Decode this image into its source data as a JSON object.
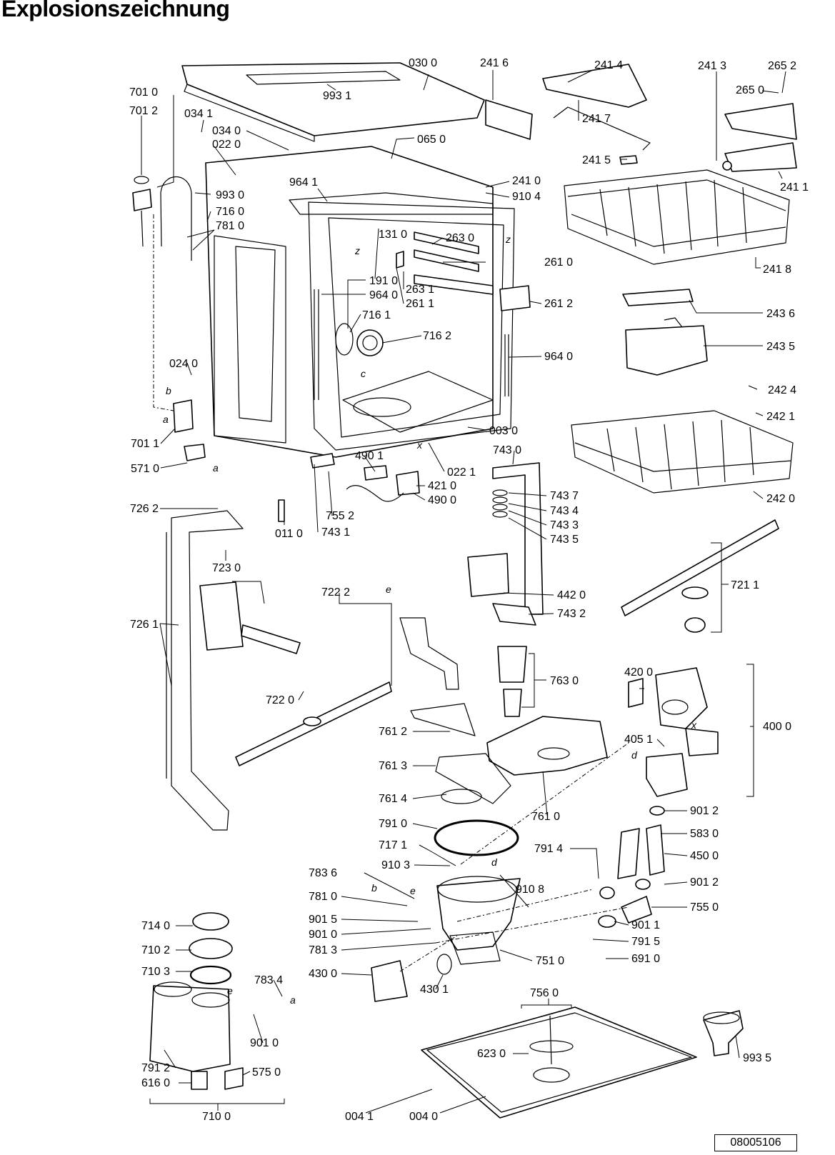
{
  "title": "Explosionszeichnung",
  "document_number": "08005106",
  "letters": [
    "z",
    "z",
    "c",
    "x",
    "b",
    "a",
    "a",
    "e",
    "d",
    "d",
    "b",
    "e",
    "e",
    "a",
    "x"
  ],
  "labels": [
    "030 0",
    "993 1",
    "241 6",
    "241 4",
    "241 3",
    "265 2",
    "701 0",
    "701 2",
    "034 1",
    "034 0",
    "022 0",
    "065 0",
    "265 0",
    "241 7",
    "241 5",
    "241 1",
    "241 0",
    "910 4",
    "964 1",
    "993 0",
    "716 0",
    "781 0",
    "131 0",
    "263 0",
    "261 0",
    "241 8",
    "191 0",
    "964 0",
    "263 1",
    "261 1",
    "261 2",
    "716 1",
    "716 2",
    "243 6",
    "243 5",
    "964 0",
    "024 0",
    "242 4",
    "242 1",
    "003 0",
    "701 1",
    "571 0",
    "490 1",
    "421 0",
    "490 0",
    "022 1",
    "743 0",
    "743 7",
    "743 4",
    "743 3",
    "743 5",
    "242 0",
    "726 2",
    "755 2",
    "011 0",
    "743 1",
    "723 0",
    "722 2",
    "442 0",
    "743 2",
    "721 1",
    "726 1",
    "763 0",
    "722 0",
    "420 0",
    "400 0",
    "761 2",
    "405 1",
    "761 3",
    "761 4",
    "761 0",
    "901 2",
    "791 0",
    "583 0",
    "717 1",
    "791 4",
    "450 0",
    "910 3",
    "783 6",
    "910 8",
    "901 2",
    "781 0",
    "755 0",
    "901 5",
    "901 1",
    "901 0",
    "791 5",
    "781 3",
    "751 0",
    "691 0",
    "714 0",
    "710 2",
    "710 3",
    "783 4",
    "430 0",
    "430 1",
    "756 0",
    "901 0",
    "623 0",
    "993 5",
    "791 2",
    "575 0",
    "616 0",
    "710 0",
    "004 1",
    "004 0"
  ]
}
